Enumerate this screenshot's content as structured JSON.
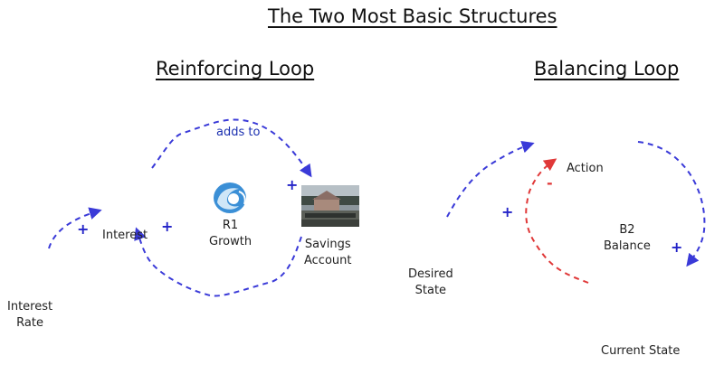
{
  "title": "The Two Most Basic Structures",
  "reinforcing": {
    "heading": "Reinforcing Loop",
    "link_label": "adds to",
    "loop_id": "R1",
    "loop_name": "Growth",
    "interest_rate": [
      "Interest",
      "Rate"
    ],
    "interest": "Interest",
    "savings": [
      "Savings",
      "Account"
    ],
    "signs": [
      "+",
      "+",
      "+"
    ]
  },
  "balancing": {
    "heading": "Balancing Loop",
    "action": "Action",
    "loop_id": "B2",
    "loop_name": "Balance",
    "desired": [
      "Desired",
      "State"
    ],
    "current": "Current State",
    "signs": [
      "+",
      "-",
      "+"
    ]
  },
  "colors": {
    "blue_link": "#3a3ad8",
    "red_link": "#e03838",
    "adds_to_text": "#1a2fb0"
  },
  "icons": {
    "loop_image": "water-swirl-icon",
    "savings_image": "bank-building-photo"
  }
}
